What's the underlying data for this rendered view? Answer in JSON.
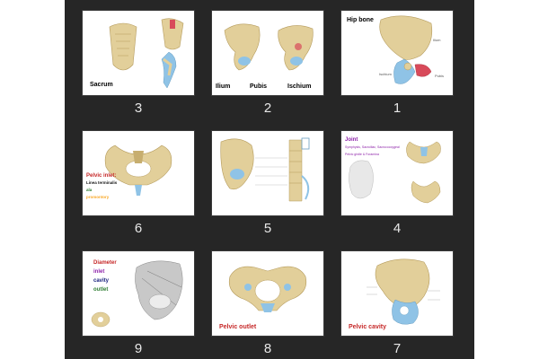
{
  "app": {
    "view": "slide-sorter"
  },
  "slides": [
    {
      "number": "3",
      "lines": [
        {
          "text": "Sacrum",
          "color": "#1a237e"
        }
      ]
    },
    {
      "number": "2",
      "lines": [
        {
          "text": "Ilium",
          "color": "#2e7d32"
        },
        {
          "text": "Pubis",
          "color": "#2e7d32"
        },
        {
          "text": "Ischium",
          "color": "#2e7d32"
        }
      ]
    },
    {
      "number": "1",
      "lines": [
        {
          "text": "Hip bone",
          "color": "#2e7d32"
        }
      ],
      "labels": [
        "Ilium",
        "Ischium",
        "Pubis"
      ]
    },
    {
      "number": "6",
      "lines": [
        {
          "text": "Pelvic inlet:",
          "color": "#c62828"
        },
        {
          "text": "Linea terminalis",
          "color": "#111111"
        },
        {
          "text": "ala",
          "color": "#2e7d32"
        },
        {
          "text": "promontory",
          "color": "#f9a825"
        }
      ]
    },
    {
      "number": "5",
      "lines": []
    },
    {
      "number": "4",
      "lines": [
        {
          "text": "Joint",
          "color": "#8e24aa"
        },
        {
          "text": "Symphysis, Sacroiliac, Sacrococcygeal",
          "color": "#8e24aa"
        },
        {
          "text": "Pelvic girdle & Foramina",
          "color": "#8e24aa"
        }
      ]
    },
    {
      "number": "9",
      "lines": [
        {
          "text": "Diameter",
          "color": "#c62828"
        },
        {
          "text": "inlet",
          "color": "#8e24aa"
        },
        {
          "text": "cavity",
          "color": "#1a237e"
        },
        {
          "text": "outlet",
          "color": "#2e7d32"
        }
      ]
    },
    {
      "number": "8",
      "lines": [
        {
          "text": "Pelvic outlet",
          "color": "#c62828"
        }
      ]
    },
    {
      "number": "7",
      "lines": [
        {
          "text": "Pelvic cavity",
          "color": "#c62828"
        }
      ]
    }
  ],
  "colors": {
    "bone": "#e2cf9a",
    "bone_shadow": "#c7ae6f",
    "cartilage": "#8fc3e6",
    "accent_red": "#d84a5a"
  }
}
